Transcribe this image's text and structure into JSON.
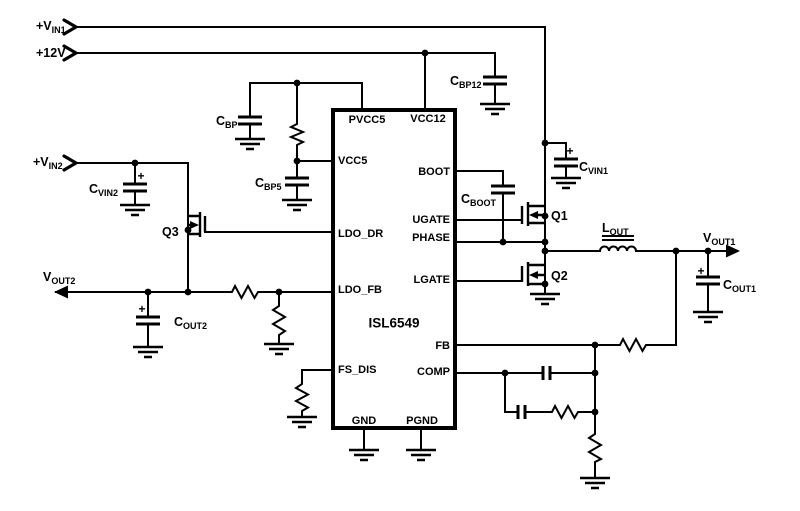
{
  "ic": {
    "part_number": "ISL6549",
    "pins": {
      "pvcc5": "PVCC5",
      "vcc12": "VCC12",
      "vcc5": "VCC5",
      "ldo_dr": "LDO_DR",
      "ldo_fb": "LDO_FB",
      "fs_dis": "FS_DIS",
      "gnd": "GND",
      "pgnd": "PGND",
      "boot": "BOOT",
      "ugate": "UGATE",
      "phase": "PHASE",
      "lgate": "LGATE",
      "fb": "FB",
      "comp": "COMP"
    }
  },
  "terminals": {
    "vin1": {
      "main": "+V",
      "sub": "IN1"
    },
    "v12": {
      "main": "+12V",
      "sub": ""
    },
    "vin2": {
      "main": "+V",
      "sub": "IN2"
    },
    "vout1": {
      "main": "V",
      "sub": "OUT1"
    },
    "vout2": {
      "main": "V",
      "sub": "OUT2"
    }
  },
  "components": {
    "cbp": {
      "main": "C",
      "sub": "BP"
    },
    "cbp5": {
      "main": "C",
      "sub": "BP5"
    },
    "cbp12": {
      "main": "C",
      "sub": "BP12"
    },
    "cvin1": {
      "main": "C",
      "sub": "VIN1"
    },
    "cvin2": {
      "main": "C",
      "sub": "VIN2"
    },
    "cboot": {
      "main": "C",
      "sub": "BOOT"
    },
    "cout1": {
      "main": "C",
      "sub": "OUT1"
    },
    "cout2": {
      "main": "C",
      "sub": "OUT2"
    },
    "lout": {
      "main": "L",
      "sub": "OUT"
    },
    "q1": "Q1",
    "q2": "Q2",
    "q3": "Q3"
  },
  "symbols": {
    "plus": "+"
  },
  "colors": {
    "line": "#000000",
    "background": "#ffffff"
  }
}
